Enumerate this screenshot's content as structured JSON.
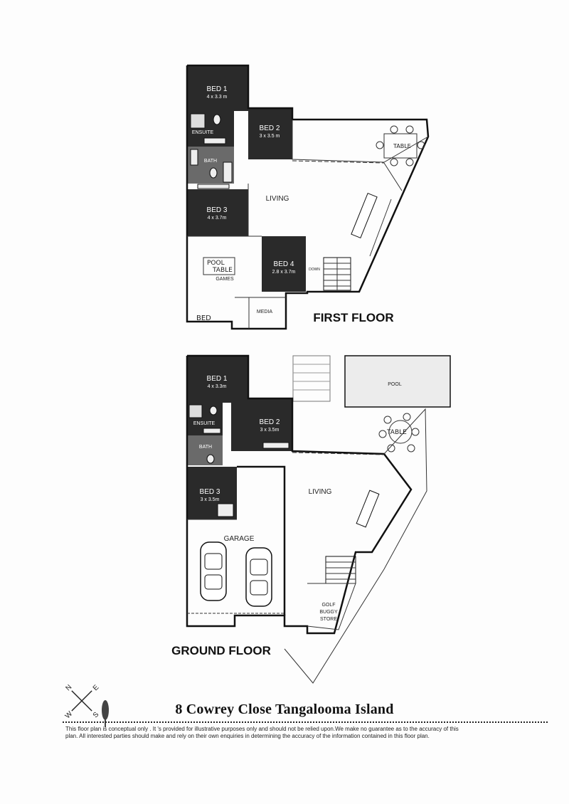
{
  "first_floor": {
    "title": "FIRST FLOOR",
    "rooms": {
      "bed1": {
        "name": "BED 1",
        "size": "4 x 3.3 m"
      },
      "bed2": {
        "name": "BED 2",
        "size": "3 x 3.5 m"
      },
      "ensuite": {
        "name": "ENSUITE"
      },
      "bath": {
        "name": "BATH"
      },
      "bed3": {
        "name": "BED 3",
        "size": "4 x 3.7m"
      },
      "living": {
        "name": "LIVING"
      },
      "bed4": {
        "name": "BED 4",
        "size": "2.8 x 3.7m"
      },
      "games": {
        "name": "GAMES"
      },
      "media": {
        "name": "MEDIA"
      },
      "down": {
        "name": "DOWN"
      }
    },
    "handwritten": {
      "pool_table_1": "POOL",
      "pool_table_2": "TABLE",
      "table": "TABLE",
      "bed": "BED"
    }
  },
  "ground_floor": {
    "title": "GROUND FLOOR",
    "rooms": {
      "bed1": {
        "name": "BED 1",
        "size": "4 x 3.3m"
      },
      "bed2": {
        "name": "BED 2",
        "size": "3 x 3.5m"
      },
      "ensuite": {
        "name": "ENSUITE"
      },
      "bath": {
        "name": "BATH"
      },
      "bed3": {
        "name": "BED 3",
        "size": "3 x 3.5m"
      },
      "living": {
        "name": "LIVING"
      },
      "garage": {
        "name": "GARAGE"
      },
      "pool": {
        "name": "POOL"
      },
      "golf_1": {
        "name": "GOLF"
      },
      "golf_2": {
        "name": "BUGGY"
      },
      "golf_3": {
        "name": "STORE"
      }
    },
    "handwritten": {
      "table": "TABLE"
    }
  },
  "compass": {
    "n": "N",
    "s": "S",
    "e": "E",
    "w": "W"
  },
  "address": "8 Cowrey Close Tangalooma Island",
  "disclaimer_line1": "This floor plan is conceptual only . It 's provided for illustrative purposes only and should not be relied upon.We make no guarantee as to the accuracy of this",
  "disclaimer_line2": "plan. All interested parties should make and rely on their own enquiries in determining the accuracy of the information contained in this floor plan."
}
